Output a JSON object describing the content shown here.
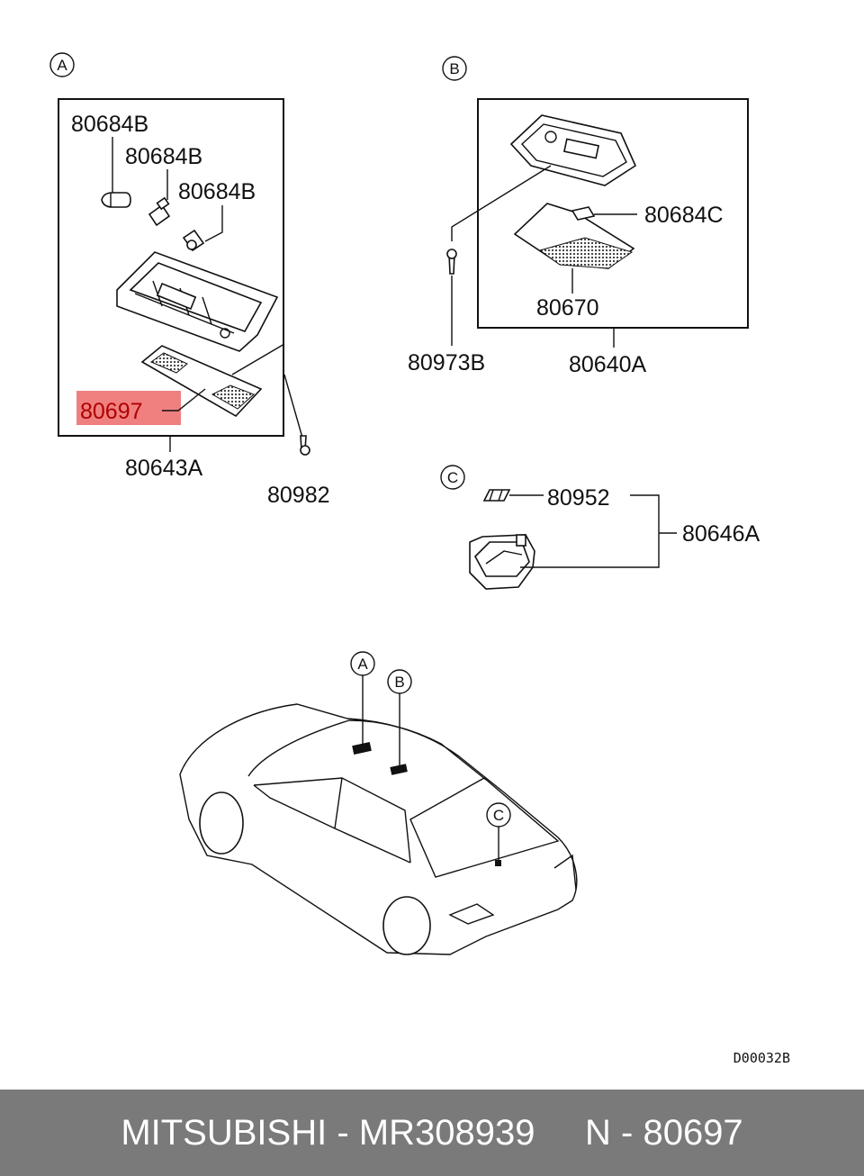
{
  "callouts": {
    "a": "A",
    "b": "B",
    "c": "C"
  },
  "group_a": {
    "bulb_1": "80684B",
    "bulb_2": "80684B",
    "bulb_3": "80684B",
    "lens_highlighted": "80697",
    "assembly": "80643A",
    "screw": "80982"
  },
  "group_b": {
    "bulb": "80684C",
    "lens": "80670",
    "screw": "80973B",
    "assembly": "80640A"
  },
  "group_c": {
    "bulb": "80952",
    "assembly": "80646A"
  },
  "car_callouts": {
    "a": "A",
    "b": "B",
    "c": "C"
  },
  "drawing_code": "D00032B",
  "footer": {
    "text": "MITSUBISHI - MR308939     N - 80697"
  },
  "colors": {
    "highlight": "#f08080",
    "footer_bg": "#7a7a7a"
  }
}
